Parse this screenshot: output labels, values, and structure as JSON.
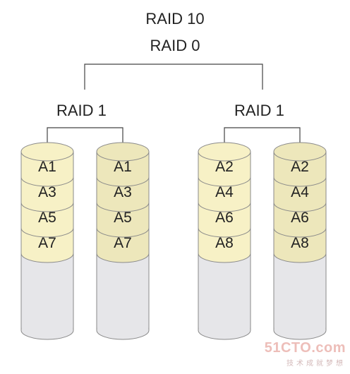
{
  "diagram": {
    "title": "RAID 10",
    "subtitle": "RAID 0",
    "groups": [
      {
        "label": "RAID 1",
        "disks": [
          {
            "blocks": [
              "A1",
              "A3",
              "A5",
              "A7"
            ]
          },
          {
            "blocks": [
              "A1",
              "A3",
              "A5",
              "A7"
            ]
          }
        ]
      },
      {
        "label": "RAID 1",
        "disks": [
          {
            "blocks": [
              "A2",
              "A4",
              "A6",
              "A8"
            ]
          },
          {
            "blocks": [
              "A2",
              "A4",
              "A6",
              "A8"
            ]
          }
        ]
      }
    ]
  },
  "colors": {
    "block_fill": "#f7f1c6",
    "block_fill_mirror": "#ede7bb",
    "empty_fill": "#e6e6e9",
    "outline": "#8a8a8a",
    "connector": "#444444",
    "text": "#222222"
  },
  "watermark": {
    "brand": "51CTO.com",
    "slogan": "技术成就梦想"
  }
}
